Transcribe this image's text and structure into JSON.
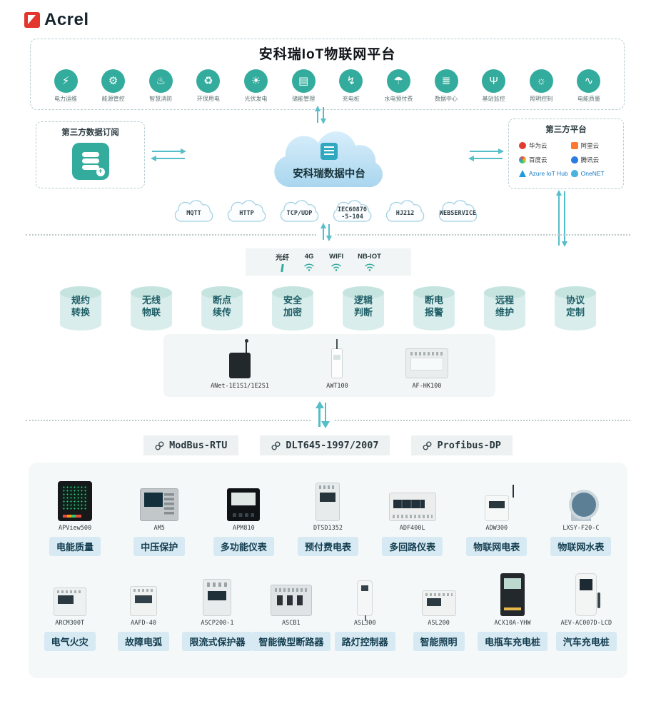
{
  "brand": {
    "name": "Acrel"
  },
  "colors": {
    "accent": "#33ac9e",
    "arrow": "#56bec9",
    "pill_bg": "#d7eaf3",
    "pill_text": "#123c4e",
    "cyl_bg": "#d9eeec",
    "cyl_text": "#1d5d66"
  },
  "platform": {
    "title": "安科瑞IoT物联网平台",
    "apps": [
      {
        "label": "电力运维",
        "icon": "power-ops-icon",
        "glyph": "⚡"
      },
      {
        "label": "能源管控",
        "icon": "energy-control-icon",
        "glyph": "⚙"
      },
      {
        "label": "智慧消防",
        "icon": "smart-fire-icon",
        "glyph": "♨"
      },
      {
        "label": "环保用电",
        "icon": "eco-power-icon",
        "glyph": "♻"
      },
      {
        "label": "光伏发电",
        "icon": "solar-icon",
        "glyph": "☀"
      },
      {
        "label": "储能管理",
        "icon": "energy-storage-icon",
        "glyph": "▤"
      },
      {
        "label": "充电桩",
        "icon": "charging-pile-icon",
        "glyph": "↯"
      },
      {
        "label": "水电预付费",
        "icon": "prepaid-icon",
        "glyph": "☂"
      },
      {
        "label": "数据中心",
        "icon": "datacenter-icon",
        "glyph": "≣"
      },
      {
        "label": "基站监控",
        "icon": "base-station-icon",
        "glyph": "Ψ"
      },
      {
        "label": "照明控制",
        "icon": "lighting-control-icon",
        "glyph": "☼"
      },
      {
        "label": "电能质量",
        "icon": "power-quality-icon",
        "glyph": "∿"
      }
    ]
  },
  "integration": {
    "left_box_title": "第三方数据订阅",
    "center_label": "安科瑞数据中台",
    "right_box_title": "第三方平台",
    "vendors": [
      {
        "label": "华为云"
      },
      {
        "label": "阿里云"
      },
      {
        "label": "百度云"
      },
      {
        "label": "腾讯云"
      },
      {
        "label": "Azure IoT Hub"
      },
      {
        "label": "OneNET"
      }
    ],
    "protocol_clouds": [
      {
        "line1": "MQTT",
        "line2": ""
      },
      {
        "line1": "HTTP",
        "line2": ""
      },
      {
        "line1": "TCP/UDP",
        "line2": ""
      },
      {
        "line1": "IEC60870",
        "line2": "-5-104"
      },
      {
        "line1": "HJ212",
        "line2": ""
      },
      {
        "line1": "WEBSERVICE",
        "line2": ""
      }
    ]
  },
  "network": {
    "items": [
      {
        "label": "光纤"
      },
      {
        "label": "4G"
      },
      {
        "label": "WIFI"
      },
      {
        "label": "NB-IOT"
      }
    ]
  },
  "features": [
    {
      "line1": "规约",
      "line2": "转换"
    },
    {
      "line1": "无线",
      "line2": "物联"
    },
    {
      "line1": "断点",
      "line2": "续传"
    },
    {
      "line1": "安全",
      "line2": "加密"
    },
    {
      "line1": "逻辑",
      "line2": "判断"
    },
    {
      "line1": "断电",
      "line2": "报警"
    },
    {
      "line1": "远程",
      "line2": "维护"
    },
    {
      "line1": "协议",
      "line2": "定制"
    }
  ],
  "gateways": [
    {
      "model": "ANet-1E1S1/1E2S1"
    },
    {
      "model": "AWT100"
    },
    {
      "model": "AF-HK100"
    }
  ],
  "bus_protocols": [
    {
      "label": "ModBus-RTU"
    },
    {
      "label": "DLT645-1997/2007"
    },
    {
      "label": "Profibus-DP"
    }
  ],
  "devices": {
    "row1": [
      {
        "model": "APView500",
        "label": "电能质量"
      },
      {
        "model": "AM5",
        "label": "中压保护"
      },
      {
        "model": "APM810",
        "label": "多功能仪表"
      },
      {
        "model": "DTSD1352",
        "label": "预付费电表"
      },
      {
        "model": "ADF400L",
        "label": "多回路仪表"
      },
      {
        "model": "ADW300",
        "label": "物联网电表"
      },
      {
        "model": "LXSY-F20-C",
        "label": "物联网水表"
      }
    ],
    "row2": [
      {
        "model": "ARCM300T",
        "label": "电气火灾"
      },
      {
        "model": "AAFD-40",
        "label": "故障电弧"
      },
      {
        "model": "ASCP200-1",
        "label": "限流式保护器"
      },
      {
        "model": "ASCB1",
        "label": "智能微型断路器"
      },
      {
        "model": "ASL300",
        "label": "路灯控制器"
      },
      {
        "model": "ASL200",
        "label": "智能照明"
      },
      {
        "model": "ACX10A-YHW",
        "label": "电瓶车充电桩"
      },
      {
        "model": "AEV-AC007D-LCD",
        "label": "汽车充电桩"
      }
    ]
  }
}
